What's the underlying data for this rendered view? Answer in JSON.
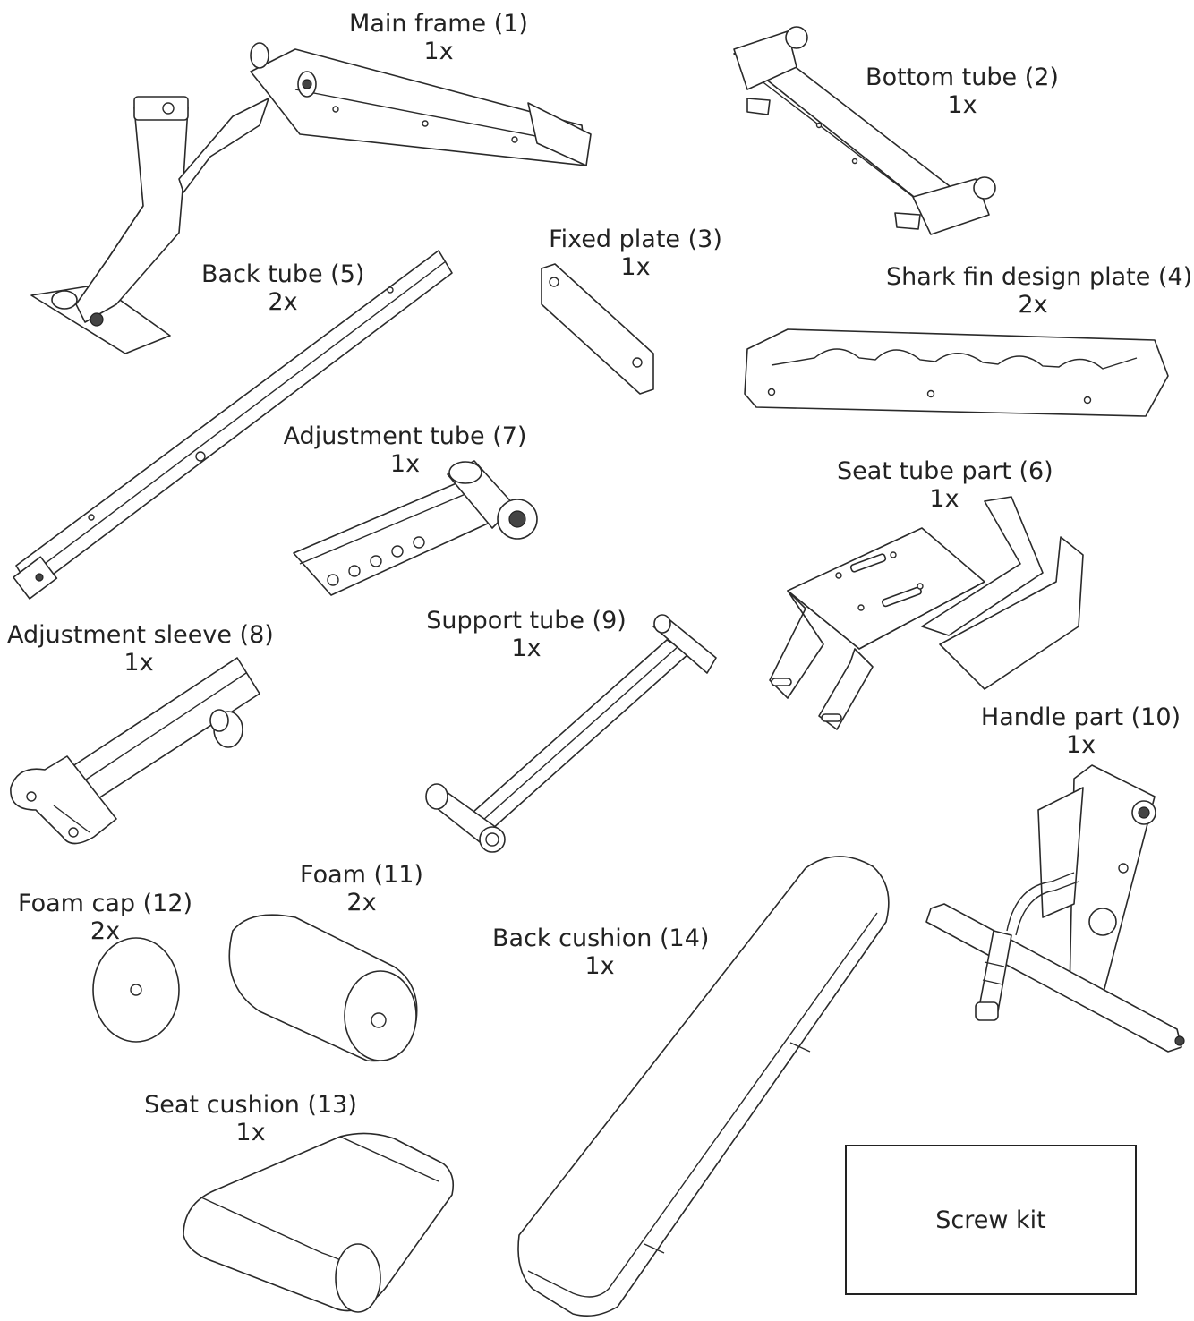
{
  "parts": [
    {
      "id": "1",
      "name": "Main frame (1)",
      "qty": "1x"
    },
    {
      "id": "2",
      "name": "Bottom tube (2)",
      "qty": "1x"
    },
    {
      "id": "3",
      "name": "Fixed plate (3)",
      "qty": "1x"
    },
    {
      "id": "4",
      "name": "Shark fin design plate (4)",
      "qty": "2x"
    },
    {
      "id": "5",
      "name": "Back tube (5)",
      "qty": "2x"
    },
    {
      "id": "6",
      "name": "Seat tube part (6)",
      "qty": "1x"
    },
    {
      "id": "7",
      "name": "Adjustment tube (7)",
      "qty": "1x"
    },
    {
      "id": "8",
      "name": "Adjustment sleeve (8)",
      "qty": "1x"
    },
    {
      "id": "9",
      "name": "Support tube (9)",
      "qty": "1x"
    },
    {
      "id": "10",
      "name": "Handle part (10)",
      "qty": "1x"
    },
    {
      "id": "11",
      "name": "Foam (11)",
      "qty": "2x"
    },
    {
      "id": "12",
      "name": "Foam cap (12)",
      "qty": "2x"
    },
    {
      "id": "13",
      "name": "Seat cushion (13)",
      "qty": "1x"
    },
    {
      "id": "14",
      "name": "Back cushion (14)",
      "qty": "1x"
    }
  ],
  "screw_kit": {
    "label": "Screw kit"
  }
}
